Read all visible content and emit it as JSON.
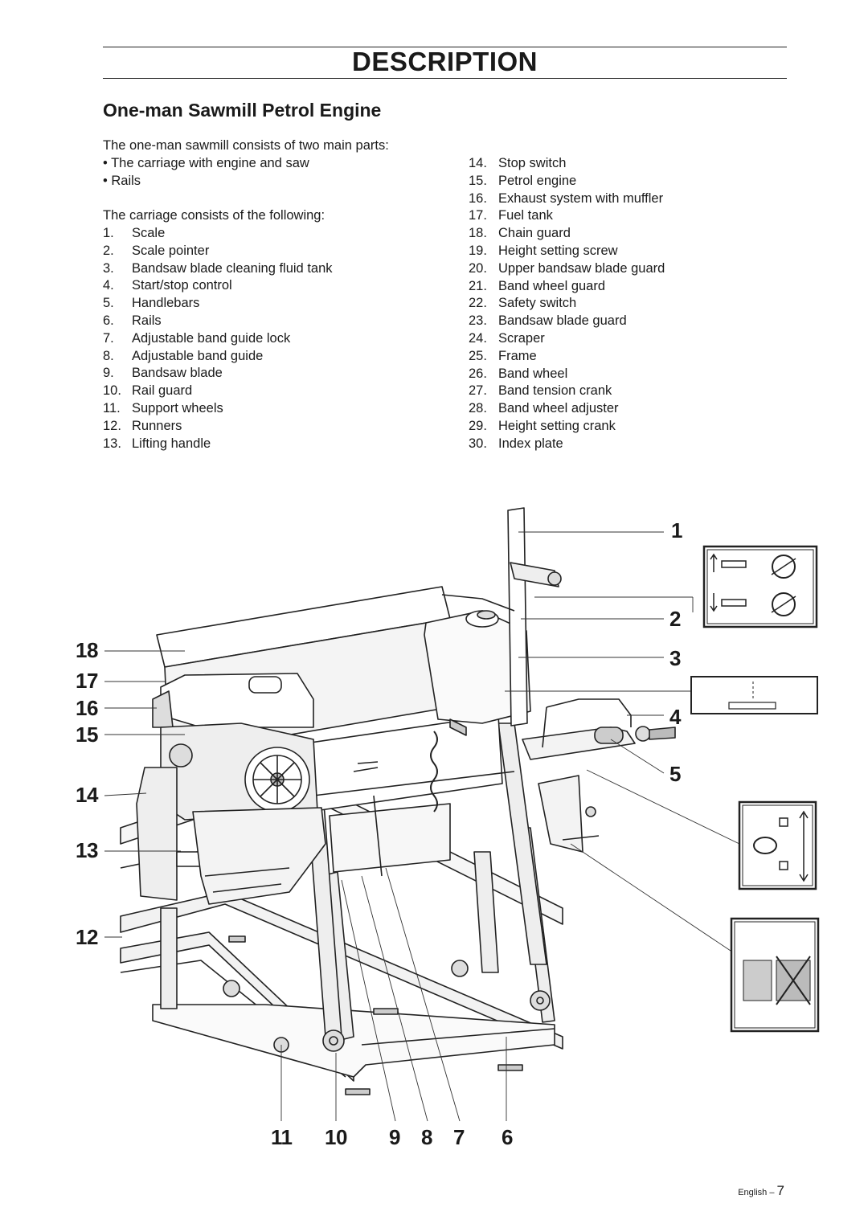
{
  "header": {
    "title": "DESCRIPTION"
  },
  "section": {
    "title": "One-man Sawmill Petrol Engine"
  },
  "intro": {
    "text": "The one-man sawmill consists of two main parts:",
    "bullets": [
      "• The carriage with engine and saw",
      "• Rails"
    ],
    "carriage_intro": "The carriage consists of the following:"
  },
  "parts_left": [
    {
      "n": "1.",
      "label": "Scale"
    },
    {
      "n": "2.",
      "label": "Scale pointer"
    },
    {
      "n": "3.",
      "label": "Bandsaw blade cleaning fluid tank"
    },
    {
      "n": "4.",
      "label": "Start/stop control"
    },
    {
      "n": "5.",
      "label": "Handlebars"
    },
    {
      "n": "6.",
      "label": "Rails"
    },
    {
      "n": "7.",
      "label": "Adjustable band guide lock"
    },
    {
      "n": "8.",
      "label": "Adjustable band guide"
    },
    {
      "n": "9.",
      "label": "Bandsaw blade"
    },
    {
      "n": "10.",
      "label": "Rail guard"
    },
    {
      "n": "11.",
      "label": "Support wheels"
    },
    {
      "n": "12.",
      "label": "Runners"
    },
    {
      "n": "13.",
      "label": "Lifting handle"
    }
  ],
  "parts_right": [
    {
      "n": "14.",
      "label": "Stop switch"
    },
    {
      "n": "15.",
      "label": "Petrol engine"
    },
    {
      "n": "16.",
      "label": "Exhaust system with muffler"
    },
    {
      "n": "17.",
      "label": "Fuel tank"
    },
    {
      "n": "18.",
      "label": "Chain guard"
    },
    {
      "n": "19.",
      "label": "Height setting screw"
    },
    {
      "n": "20.",
      "label": "Upper bandsaw blade guard"
    },
    {
      "n": "21.",
      "label": "Band wheel guard"
    },
    {
      "n": "22.",
      "label": "Safety switch"
    },
    {
      "n": "23.",
      "label": "Bandsaw blade guard"
    },
    {
      "n": "24.",
      "label": "Scraper"
    },
    {
      "n": "25.",
      "label": "Frame"
    },
    {
      "n": "26.",
      "label": "Band wheel"
    },
    {
      "n": "27.",
      "label": "Band tension crank"
    },
    {
      "n": "28.",
      "label": "Band wheel adjuster"
    },
    {
      "n": "29.",
      "label": "Height setting crank"
    },
    {
      "n": "30.",
      "label": "Index plate"
    }
  ],
  "callouts": {
    "c1": "1",
    "c2": "2",
    "c3": "3",
    "c4": "4",
    "c5": "5",
    "c6": "6",
    "c7": "7",
    "c8": "8",
    "c9": "9",
    "c10": "10",
    "c11": "11",
    "c12": "12",
    "c13": "13",
    "c14": "14",
    "c15": "15",
    "c16": "16",
    "c17": "17",
    "c18": "18"
  },
  "footer": {
    "language": "English –",
    "page": "7"
  }
}
